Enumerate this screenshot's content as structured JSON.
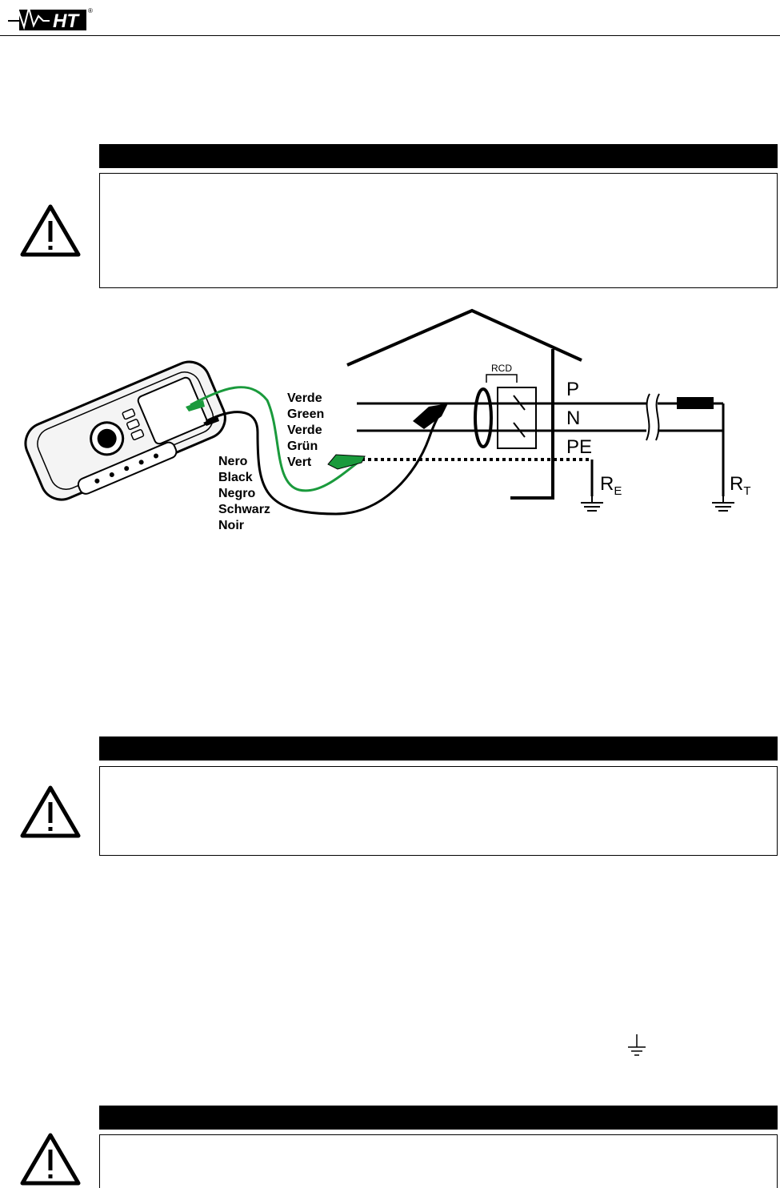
{
  "header": {
    "logo_text": "HT",
    "logo_mark": "®"
  },
  "diagram": {
    "rcd_label": "RCD",
    "line_p": "P",
    "line_n": "N",
    "line_pe": "PE",
    "re_label": "R",
    "re_sub": "E",
    "rt_label": "R",
    "rt_sub": "T",
    "green_lead_labels": [
      "Verde",
      "Green",
      "Verde",
      "Grün",
      "Vert"
    ],
    "black_lead_labels": [
      "Nero",
      "Black",
      "Negro",
      "Schwarz",
      "Noir"
    ]
  },
  "colors": {
    "green_lead": "#1a9a3c",
    "black": "#000000"
  }
}
